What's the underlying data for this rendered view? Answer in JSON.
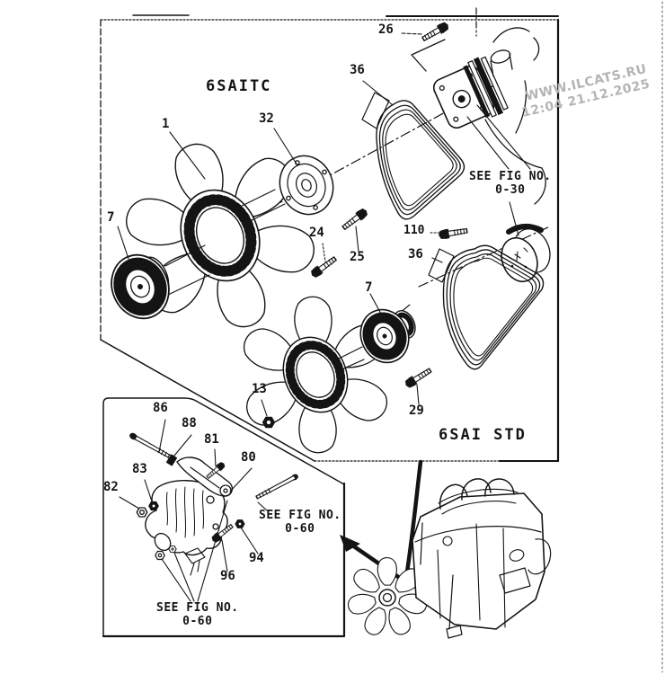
{
  "colors": {
    "ink": "#141414",
    "watermark": "#b4b4b4",
    "paper": "#ffffff"
  },
  "watermark": {
    "line1": "WWW.ILCATS.RU",
    "line2": "12:04 21.12.2025"
  },
  "main_box": {
    "title": "6SAITC",
    "variant": "6SAI STD",
    "see_fig": {
      "line1": "SEE FIG NO.",
      "line2": "0-30"
    },
    "labels": {
      "p1": "1",
      "p7_left": "7",
      "p32": "32",
      "p36_top": "36",
      "p26": "26",
      "p24": "24",
      "p25": "25",
      "p110": "110",
      "p36_bottom": "36",
      "p7_right": "7",
      "p13": "13",
      "p29": "29"
    }
  },
  "bracket_box": {
    "labels": {
      "p86": "86",
      "p88": "88",
      "p81": "81",
      "p80": "80",
      "p83": "83",
      "p82": "82",
      "p94": "94",
      "p96": "96"
    },
    "see_fig_right": {
      "line1": "SEE FIG NO.",
      "line2": "0-60"
    },
    "see_fig_bottom": {
      "line1": "SEE FIG NO.",
      "line2": "0-60"
    }
  }
}
